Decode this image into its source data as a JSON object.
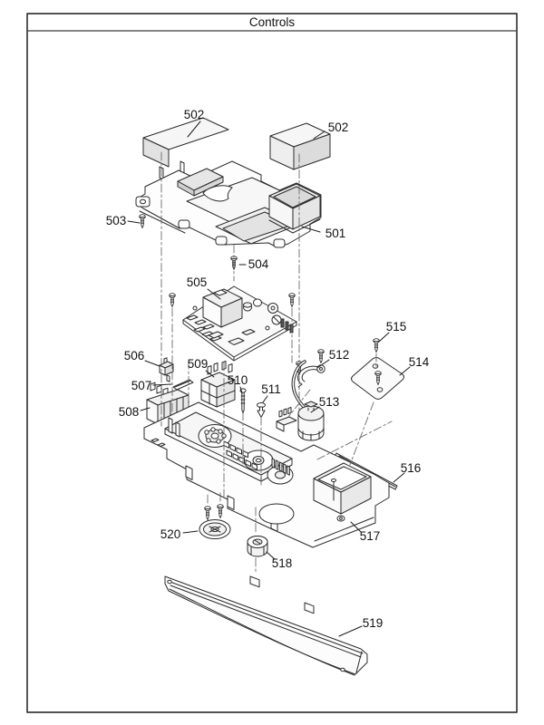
{
  "window": {
    "title": "Controls"
  },
  "diagram": {
    "title": "Controls",
    "type": "exploded-parts-diagram",
    "callouts": [
      {
        "label": "502"
      },
      {
        "label": "502"
      },
      {
        "label": "503"
      },
      {
        "label": "501"
      },
      {
        "label": "504"
      },
      {
        "label": "505"
      },
      {
        "label": "506"
      },
      {
        "label": "507"
      },
      {
        "label": "508"
      },
      {
        "label": "509"
      },
      {
        "label": "510"
      },
      {
        "label": "511"
      },
      {
        "label": "512"
      },
      {
        "label": "515"
      },
      {
        "label": "514"
      },
      {
        "label": "513"
      },
      {
        "label": "516"
      },
      {
        "label": "517"
      },
      {
        "label": "520"
      },
      {
        "label": "518"
      },
      {
        "label": "519"
      }
    ],
    "colors": {
      "ink": "#1f1f1f",
      "line": "#2b2b2b",
      "shade": "#e8e8e8",
      "paper": "#ffffff"
    }
  }
}
